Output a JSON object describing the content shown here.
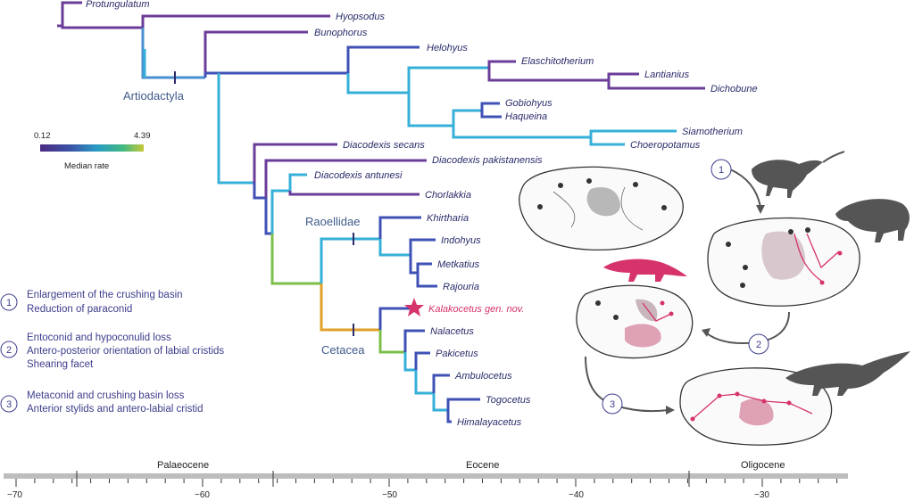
{
  "taxa": [
    "Protungulatum",
    "Hyopsodus",
    "Bunophorus",
    "Helohyus",
    "Elaschitotherium",
    "Lantianius",
    "Dichobune",
    "Gobiohyus",
    "Haqueina",
    "Siamotherium",
    "Choeropotamus",
    "Diacodexis secans",
    "Diacodexis pakistanensis",
    "Diacodexis antunesi",
    "Chorlakkia",
    "Khirtharia",
    "Indohyus",
    "Metkatius",
    "Rajouria",
    "Kalakocetus gen. nov.",
    "Nalacetus",
    "Pakicetus",
    "Ambulocetus",
    "Togocetus",
    "Himalayacetus"
  ],
  "clades": {
    "artiodactyla": "Artiodactyla",
    "raoellidae": "Raoellidae",
    "cetacea": "Cetacea"
  },
  "rate_legend": {
    "min": "0.12",
    "max": "4.39",
    "label": "Median rate",
    "colors": [
      "#4a2a82",
      "#3b55a8",
      "#2a9cc4",
      "#42b882",
      "#b8c83a"
    ]
  },
  "traits": [
    {
      "num": "1",
      "lines": [
        "Enlargement of the crushing basin",
        "Reduction of paraconid"
      ]
    },
    {
      "num": "2",
      "lines": [
        "Entoconid and hypoconulid loss",
        "Antero-posterior orientation of labial cristids",
        "Shearing facet"
      ]
    },
    {
      "num": "3",
      "lines": [
        "Metaconid and crushing basin loss",
        "Anterior stylids and antero-labial cristid"
      ]
    }
  ],
  "stage_markers": [
    "1",
    "2",
    "3"
  ],
  "timescale": {
    "epochs": [
      "Palaeocene",
      "Eocene",
      "Oligocene"
    ],
    "ticks": [
      "−70",
      "−60",
      "−50",
      "−40",
      "−30"
    ]
  },
  "colors": {
    "highlight": "#d6336c",
    "purple": "#6b3d9a",
    "blue": "#3f51b5",
    "cyan": "#36b0d8",
    "green": "#7bbf4a",
    "orange": "#e0a12a"
  }
}
